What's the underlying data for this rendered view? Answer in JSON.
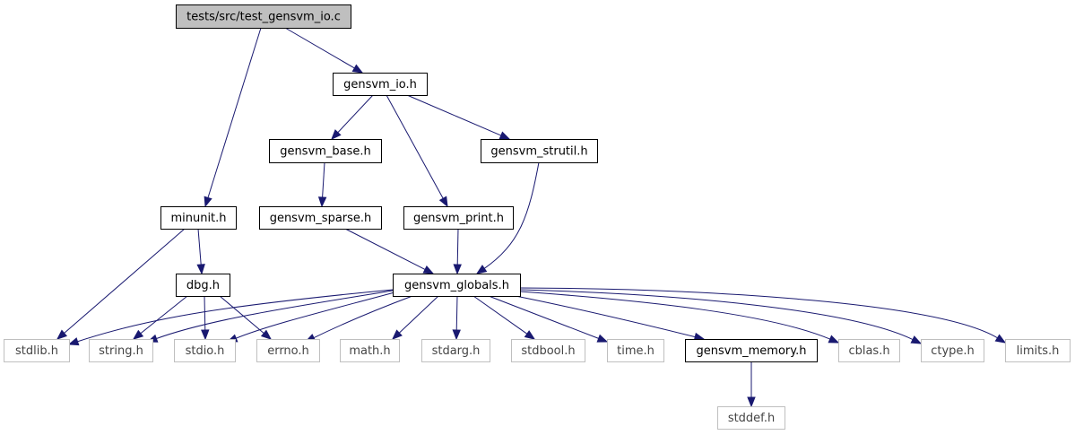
{
  "diagram": {
    "type": "include-dependency-graph",
    "colors": {
      "edge": "#191970",
      "root_fill": "#bfbfbf",
      "node_border": "#000000",
      "system_node_border": "#bfbfbf",
      "system_node_text": "#444444"
    },
    "nodes": {
      "test_gensvm_io_c": {
        "label": "tests/src/test_gensvm_io.c",
        "kind": "root"
      },
      "gensvm_io_h": {
        "label": "gensvm_io.h",
        "kind": "project"
      },
      "gensvm_base_h": {
        "label": "gensvm_base.h",
        "kind": "project"
      },
      "gensvm_strutil_h": {
        "label": "gensvm_strutil.h",
        "kind": "project"
      },
      "minunit_h": {
        "label": "minunit.h",
        "kind": "project"
      },
      "gensvm_sparse_h": {
        "label": "gensvm_sparse.h",
        "kind": "project"
      },
      "gensvm_print_h": {
        "label": "gensvm_print.h",
        "kind": "project"
      },
      "dbg_h": {
        "label": "dbg.h",
        "kind": "project"
      },
      "gensvm_globals_h": {
        "label": "gensvm_globals.h",
        "kind": "project"
      },
      "stdlib_h": {
        "label": "stdlib.h",
        "kind": "system"
      },
      "string_h": {
        "label": "string.h",
        "kind": "system"
      },
      "stdio_h": {
        "label": "stdio.h",
        "kind": "system"
      },
      "errno_h": {
        "label": "errno.h",
        "kind": "system"
      },
      "math_h": {
        "label": "math.h",
        "kind": "system"
      },
      "stdarg_h": {
        "label": "stdarg.h",
        "kind": "system"
      },
      "stdbool_h": {
        "label": "stdbool.h",
        "kind": "system"
      },
      "time_h": {
        "label": "time.h",
        "kind": "system"
      },
      "gensvm_memory_h": {
        "label": "gensvm_memory.h",
        "kind": "project"
      },
      "cblas_h": {
        "label": "cblas.h",
        "kind": "system"
      },
      "ctype_h": {
        "label": "ctype.h",
        "kind": "system"
      },
      "limits_h": {
        "label": "limits.h",
        "kind": "system"
      },
      "stddef_h": {
        "label": "stddef.h",
        "kind": "system"
      }
    },
    "edges": [
      {
        "from": "test_gensvm_io_c",
        "to": "gensvm_io_h"
      },
      {
        "from": "test_gensvm_io_c",
        "to": "minunit_h"
      },
      {
        "from": "gensvm_io_h",
        "to": "gensvm_base_h"
      },
      {
        "from": "gensvm_io_h",
        "to": "gensvm_print_h"
      },
      {
        "from": "gensvm_io_h",
        "to": "gensvm_strutil_h"
      },
      {
        "from": "gensvm_base_h",
        "to": "gensvm_sparse_h"
      },
      {
        "from": "gensvm_sparse_h",
        "to": "gensvm_globals_h"
      },
      {
        "from": "gensvm_print_h",
        "to": "gensvm_globals_h"
      },
      {
        "from": "gensvm_strutil_h",
        "to": "gensvm_globals_h"
      },
      {
        "from": "minunit_h",
        "to": "dbg_h"
      },
      {
        "from": "minunit_h",
        "to": "stdlib_h"
      },
      {
        "from": "dbg_h",
        "to": "string_h"
      },
      {
        "from": "dbg_h",
        "to": "stdio_h"
      },
      {
        "from": "dbg_h",
        "to": "errno_h"
      },
      {
        "from": "gensvm_globals_h",
        "to": "stdlib_h"
      },
      {
        "from": "gensvm_globals_h",
        "to": "string_h"
      },
      {
        "from": "gensvm_globals_h",
        "to": "stdio_h"
      },
      {
        "from": "gensvm_globals_h",
        "to": "errno_h"
      },
      {
        "from": "gensvm_globals_h",
        "to": "math_h"
      },
      {
        "from": "gensvm_globals_h",
        "to": "stdarg_h"
      },
      {
        "from": "gensvm_globals_h",
        "to": "stdbool_h"
      },
      {
        "from": "gensvm_globals_h",
        "to": "time_h"
      },
      {
        "from": "gensvm_globals_h",
        "to": "gensvm_memory_h"
      },
      {
        "from": "gensvm_globals_h",
        "to": "cblas_h"
      },
      {
        "from": "gensvm_globals_h",
        "to": "ctype_h"
      },
      {
        "from": "gensvm_globals_h",
        "to": "limits_h"
      },
      {
        "from": "gensvm_memory_h",
        "to": "stddef_h"
      }
    ]
  }
}
